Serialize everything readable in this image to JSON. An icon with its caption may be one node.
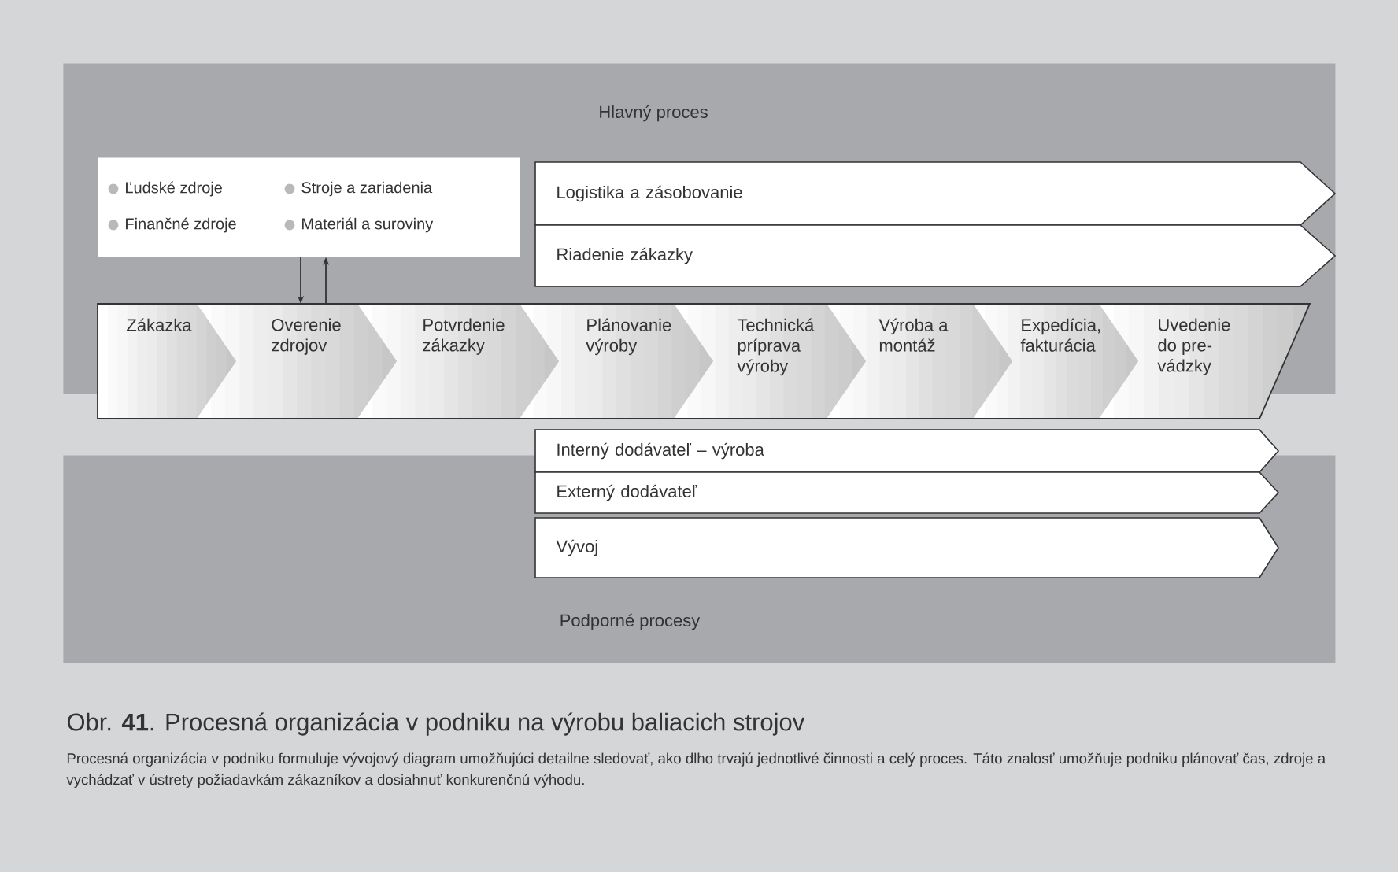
{
  "diagram": {
    "caption": "Obr. **41**.  Procesná organizácia v podniku na výrobu baliacich strojov",
    "nodes": [
      {
        "text": [
          "Hlavný proces"
        ]
      },
      {
        "text": [
          "Ľudské zdroje",
          "Stroje a zariadenia",
          "Finančné zdroje",
          "Materiál a suroviny"
        ],
        "in": 0
      },
      {
        "text": [
          "Logistika a zásobovanie"
        ],
        "in": 0
      },
      {
        "text": [
          "Riadenie zákazky"
        ],
        "in": 0
      },
      {
        "text": [
          "Zákazka"
        ]
      },
      {
        "text": [
          "Overenie zdrojov"
        ]
      },
      {
        "text": [
          "Potvrdenie zákazky"
        ]
      },
      {
        "text": [
          "Plánovanie výroby"
        ]
      },
      {
        "text": [
          "Technická príprava výroby"
        ]
      },
      {
        "text": [
          "Výroba a montáž"
        ]
      },
      {
        "text": [
          "Expedícia, fakturácia"
        ]
      },
      {
        "text": [
          "Uvedenie do pre- vádzky"
        ]
      },
      {
        "text": [
          "Podporné procesy"
        ]
      },
      {
        "text": [
          "Interný dodávateľ – výroba"
        ]
      },
      {
        "text": [
          "Externý dodávateľ"
        ],
        "in": 12
      },
      {
        "text": [
          "Vývoj"
        ],
        "in": 12
      }
    ],
    "edges": [
      {
        "from": 1,
        "to": 5,
        "arrow": "to"
      },
      {
        "from": 5,
        "to": 1,
        "arrow": "to"
      }
    ],
    "labels": [
      "Procesná organizácia v podniku formuluje vývojový diagram umožňujúci detailne sledovať, ako dlho trvajú jednotlivé činnosti a celý proces. Táto znalosť umožňuje podniku plánovať čas, zdroje a vychádzať v ústrety požiadavkám zákazníkov a dosiahnuť konkurenčnú výhodu."
    ]
  }
}
